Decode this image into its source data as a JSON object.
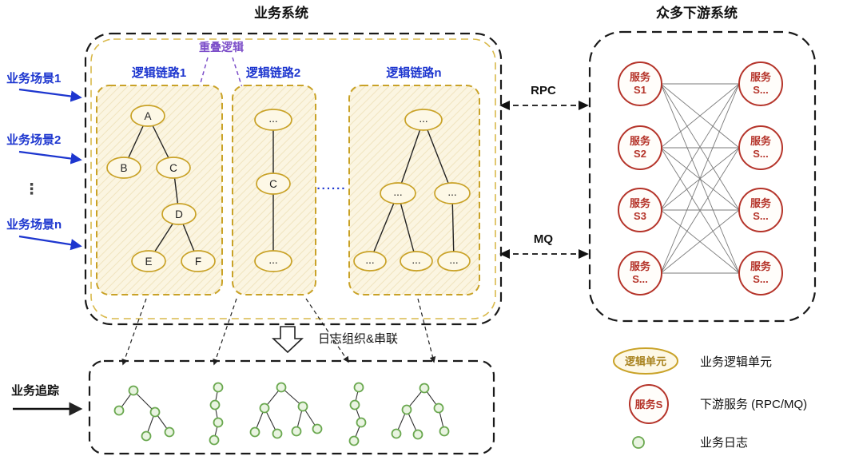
{
  "titles": {
    "business": "业务系统",
    "downstream": "众多下游系统"
  },
  "scenarios": {
    "s1": "业务场景1",
    "s2": "业务场景2",
    "dots": "⋮",
    "sn": "业务场景n"
  },
  "chains": {
    "overlap": "重叠逻辑",
    "label1": "逻辑链路1",
    "label2": "逻辑链路2",
    "labelN": "逻辑链路n",
    "between": "......",
    "c1": {
      "a": "A",
      "b": "B",
      "c": "C",
      "d": "D",
      "e": "E",
      "f": "F"
    },
    "c2": {
      "top": "...",
      "mid": "C",
      "bot": "..."
    },
    "cn": {
      "root": "...",
      "l": "...",
      "r": "...",
      "b1": "...",
      "b2": "...",
      "b3": "..."
    }
  },
  "links": {
    "rpc": "RPC",
    "mq": "MQ"
  },
  "services": {
    "left": [
      {
        "l1": "服务",
        "l2": "S1"
      },
      {
        "l1": "服务",
        "l2": "S2"
      },
      {
        "l1": "服务",
        "l2": "S3"
      },
      {
        "l1": "服务",
        "l2": "S..."
      }
    ],
    "right": [
      {
        "l1": "服务",
        "l2": "S..."
      },
      {
        "l1": "服务",
        "l2": "S..."
      },
      {
        "l1": "服务",
        "l2": "S..."
      },
      {
        "l1": "服务",
        "l2": "S..."
      }
    ]
  },
  "flow": {
    "log": "日志组织&串联",
    "trace": "业务追踪"
  },
  "legend": {
    "logic_symbol": "逻辑单元",
    "logic_label": "业务逻辑单元",
    "service_symbol": "服务S",
    "service_label": "下游服务 (RPC/MQ)",
    "log_label": "业务日志"
  },
  "colors": {
    "blue": "#1d36cf",
    "purple": "#7d4fc9",
    "yellow": "#c9a227",
    "red": "#b5342a",
    "green": "#6aa84f"
  }
}
